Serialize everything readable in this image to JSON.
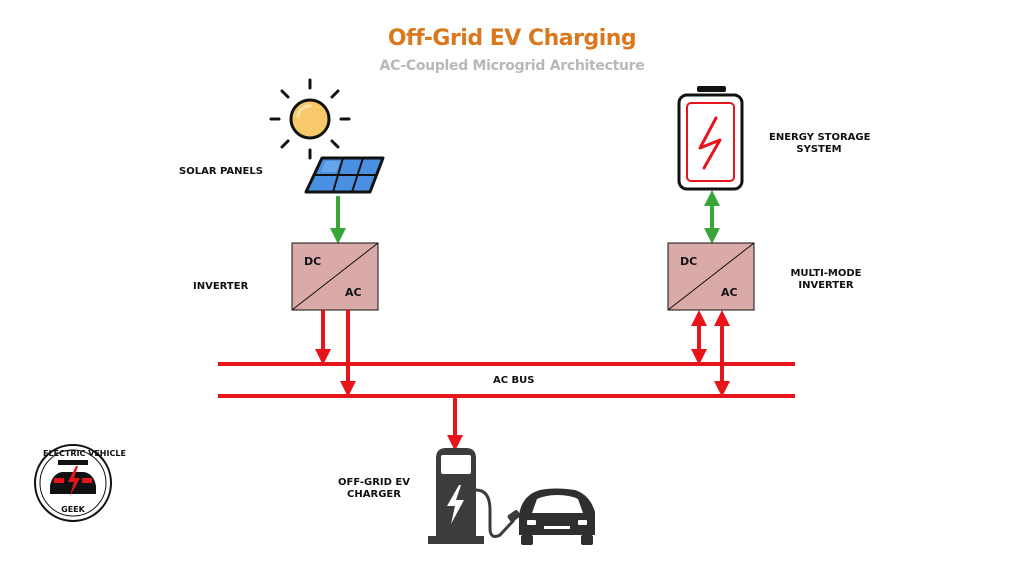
{
  "header": {
    "title": "Off-Grid EV Charging",
    "subtitle": "AC-Coupled Microgrid Architecture"
  },
  "labels": {
    "solar_panels": "SOLAR PANELS",
    "inverter": "INVERTER",
    "energy_storage_line1": "ENERGY STORAGE",
    "energy_storage_line2": "SYSTEM",
    "multimode_line1": "MULTI-MODE",
    "multimode_line2": "INVERTER",
    "ac_bus": "AC BUS",
    "charger_line1": "OFF-GRID EV",
    "charger_line2": "CHARGER"
  },
  "inverter_box": {
    "dc": "DC",
    "ac": "AC"
  },
  "multimode_box": {
    "dc": "DC",
    "ac": "AC"
  },
  "logo": {
    "top_text": "ELECTRIC VEHICLE",
    "bottom_text": "GEEK"
  },
  "colors": {
    "title": "#d9781e",
    "subtitle": "#b8b8b8",
    "ac_power": "#e8141c",
    "dc_power": "#3aa63a",
    "inverter_fill": "#d9aaa7",
    "sun_fill": "#f7c96a",
    "panel_fill": "#4a90e2",
    "charger_fill": "#3c3c3c",
    "car_fill": "#2f2f2f"
  },
  "icons": {
    "sun": "sun-icon",
    "solar_panel": "solar-panel-icon",
    "battery": "battery-icon",
    "charger": "ev-charger-icon",
    "car": "car-icon",
    "logo": "electric-vehicle-geek-logo"
  }
}
